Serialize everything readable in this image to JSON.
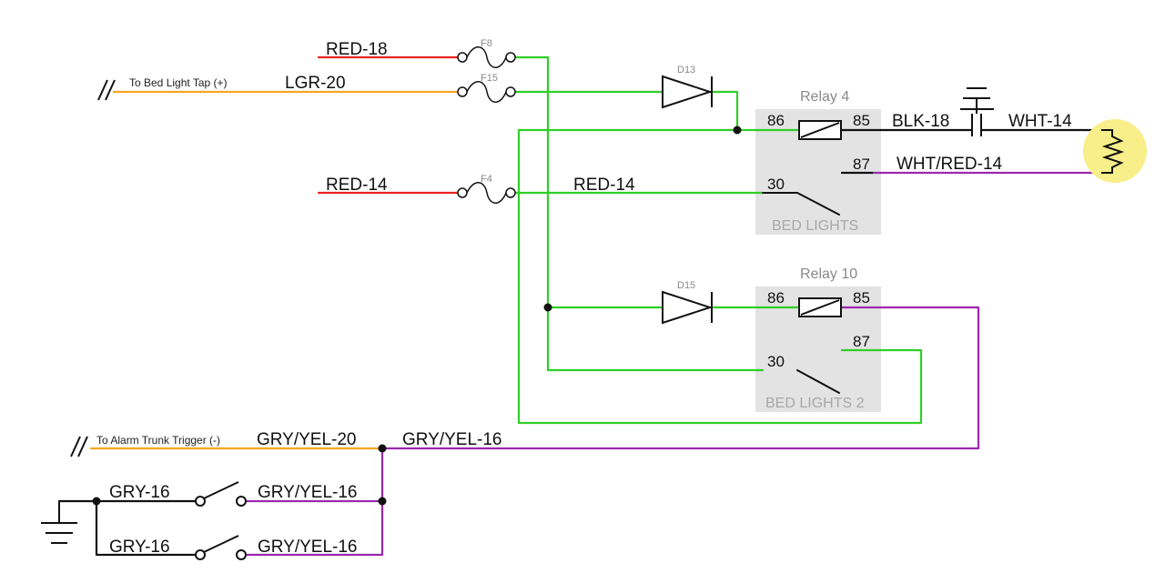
{
  "colors": {
    "red": "#e8221d",
    "orange": "#f5a623",
    "green": "#2fcf27",
    "purple": "#9c27b0",
    "black": "#111111",
    "relay_box": "#e3e3e3",
    "bulb_glow": "#f8ee8a"
  },
  "wire_labels": {
    "red18": "RED-18",
    "lgr20": "LGR-20",
    "red14_in": "RED-14",
    "red14_out": "RED-14",
    "blk18": "BLK-18",
    "wht14": "WHT-14",
    "whtred14": "WHT/RED-14",
    "gryyel20": "GRY/YEL-20",
    "gryyel16_main": "GRY/YEL-16",
    "gry16_a": "GRY-16",
    "gry16_b": "GRY-16",
    "gryyel16_a": "GRY/YEL-16",
    "gryyel16_b": "GRY/YEL-16"
  },
  "annotations": {
    "bed_light_tap": "To Bed Light Tap (+)",
    "alarm_trigger": "To Alarm Trunk Trigger (-)"
  },
  "fuses": {
    "f8": "F8",
    "f15": "F15",
    "f4": "F4"
  },
  "diodes": {
    "d13": "D13",
    "d15": "D15"
  },
  "relays": [
    {
      "title": "Relay 4",
      "name": "BED LIGHTS",
      "pin86": "86",
      "pin85": "85",
      "pin87": "87",
      "pin30": "30"
    },
    {
      "title": "Relay 10",
      "name": "BED LIGHTS 2",
      "pin86": "86",
      "pin85": "85",
      "pin87": "87",
      "pin30": "30"
    }
  ],
  "icons": [
    "ground-icon",
    "bulb-icon",
    "switch-icon",
    "fuse-icon",
    "diode-icon",
    "relay-coil-icon"
  ]
}
